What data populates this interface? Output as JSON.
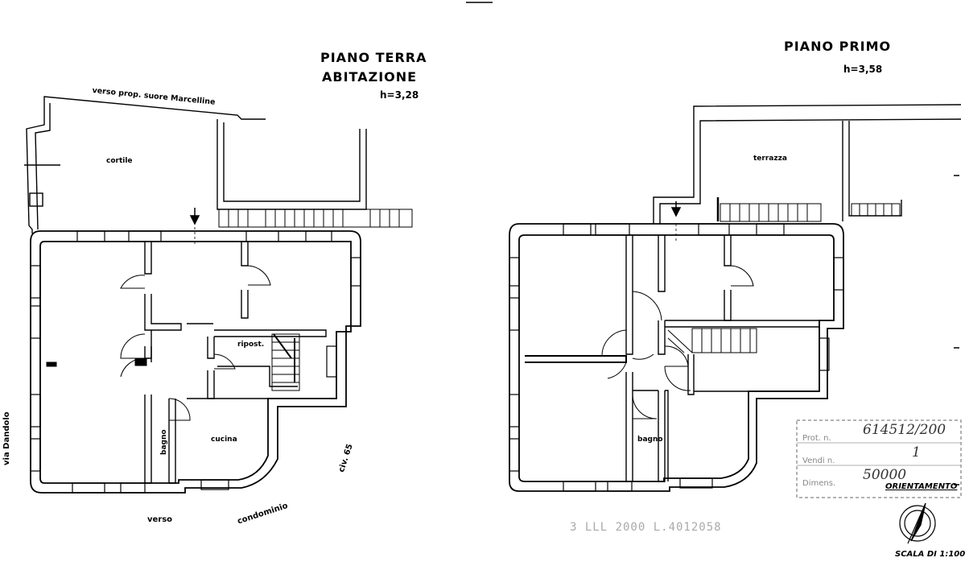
{
  "ground_floor": {
    "title_line1": "PIANO  TERRA",
    "title_line2": "ABITAZIONE",
    "height": "h=3,28",
    "label_property": "verso prop. suore Marcelline",
    "label_courtyard": "cortile",
    "label_storage": "ripost.",
    "label_bath": "bagno",
    "label_kitchen": "cucina",
    "label_street": "via Dandolo",
    "label_civic": "civ. 65",
    "label_towards": "verso",
    "label_condo": "condominio"
  },
  "first_floor": {
    "title": "PIANO  PRIMO",
    "height": "h=3,58",
    "label_terrace": "terrazza",
    "label_bath": "bagno"
  },
  "stamp": {
    "line1": "Prot. n.",
    "line2": "Vendi n.",
    "line3": "Dimens.",
    "code": "614512/200",
    "sheet": "1",
    "value": "50000"
  },
  "orientation_label": "ORIENTAMENTO",
  "scale_label": "SCALA DI 1:100",
  "bottom_code": "3 LLL 2000 L.4012058",
  "colors": {
    "ink": "#000000",
    "stamp": "#888888",
    "paper": "#ffffff"
  }
}
